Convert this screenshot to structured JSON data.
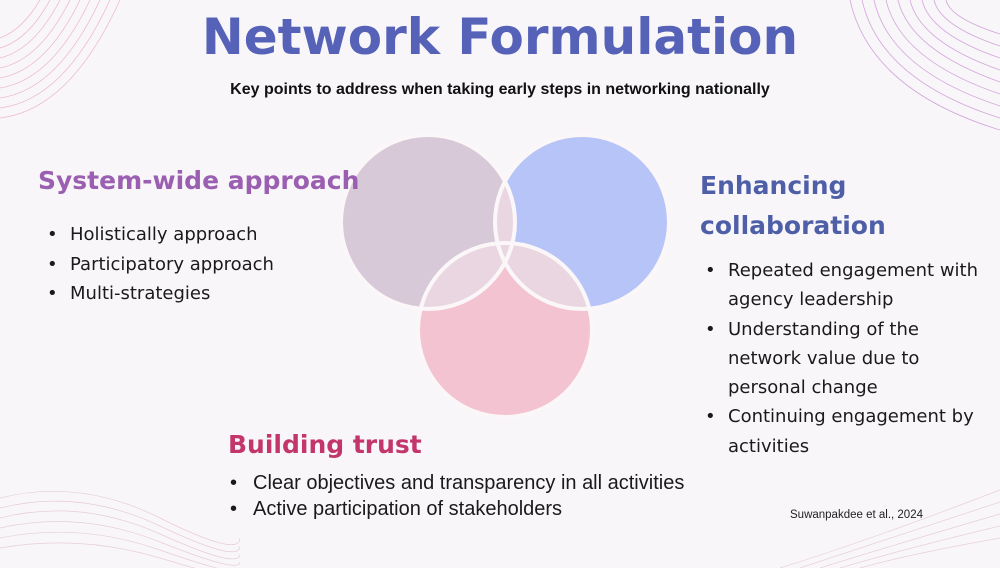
{
  "title": "Network Formulation",
  "subtitle": "Key points to address when taking early steps in networking nationally",
  "colors": {
    "title": "#5562b8",
    "system_wide": "#9a5fb0",
    "collaboration": "#4e5fa8",
    "trust": "#c2366b",
    "circle_left": "#d8c9d8",
    "circle_right": "#b7c4f7",
    "circle_bottom": "#f4c3d2",
    "overlap": "#ead6e0"
  },
  "sections": {
    "system_wide": {
      "heading": "System-wide approach",
      "bullets": [
        "Holistically approach",
        "Participatory approach",
        "Multi-strategies"
      ]
    },
    "collaboration": {
      "heading": "Enhancing collaboration",
      "bullets": [
        "Repeated engagement with agency leadership",
        "Understanding of the network value due to personal change",
        "Continuing engagement by activities"
      ]
    },
    "trust": {
      "heading": "Building trust",
      "bullets": [
        "Clear objectives and transparency in all activities",
        "Active participation of stakeholders"
      ]
    }
  },
  "citation": "Suwanpakdee et al., 2024"
}
